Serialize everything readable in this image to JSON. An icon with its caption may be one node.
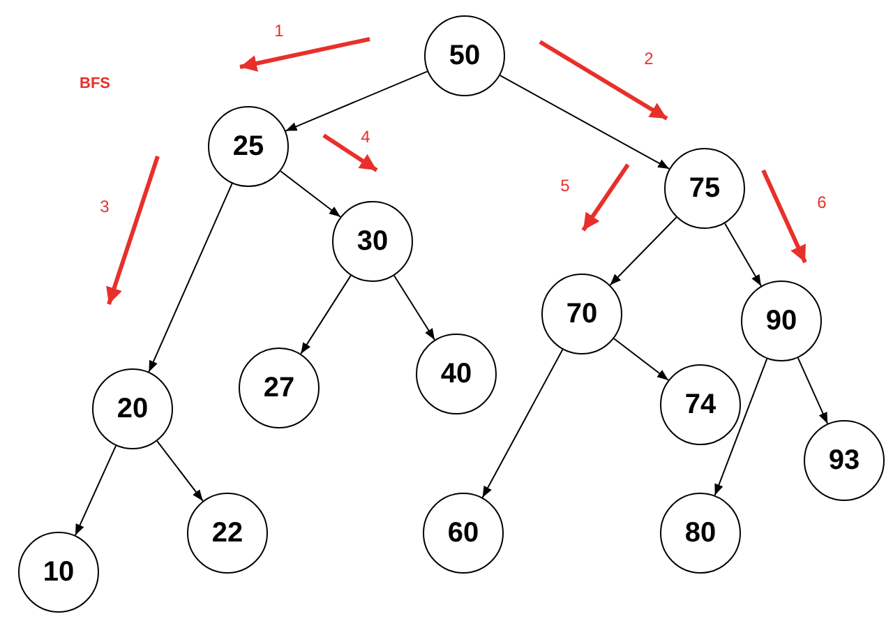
{
  "diagram": {
    "nodes": [
      {
        "text": [
          "50"
        ]
      },
      {
        "text": [
          "25"
        ]
      },
      {
        "text": [
          "75"
        ]
      },
      {
        "text": [
          "30"
        ]
      },
      {
        "text": [
          "20"
        ]
      },
      {
        "text": [
          "27"
        ]
      },
      {
        "text": [
          "40"
        ]
      },
      {
        "text": [
          "70"
        ]
      },
      {
        "text": [
          "74"
        ]
      },
      {
        "text": [
          "90"
        ]
      },
      {
        "text": [
          "93"
        ]
      },
      {
        "text": [
          "10"
        ]
      },
      {
        "text": [
          "22"
        ]
      },
      {
        "text": [
          "60"
        ]
      },
      {
        "text": [
          "80"
        ]
      }
    ],
    "edges": [
      {
        "from": 0,
        "to": 1,
        "arrow": "to"
      },
      {
        "from": 0,
        "to": 2,
        "arrow": "to"
      },
      {
        "from": 1,
        "to": 4,
        "arrow": "to"
      },
      {
        "from": 1,
        "to": 3,
        "arrow": "to"
      },
      {
        "from": 3,
        "to": 5,
        "arrow": "to"
      },
      {
        "from": 3,
        "to": 6,
        "arrow": "to"
      },
      {
        "from": 2,
        "to": 7,
        "arrow": "to"
      },
      {
        "from": 2,
        "to": 9,
        "arrow": "to"
      },
      {
        "from": 7,
        "to": 13,
        "arrow": "to"
      },
      {
        "from": 7,
        "to": 8,
        "arrow": "to"
      },
      {
        "from": 9,
        "to": 14,
        "arrow": "to"
      },
      {
        "from": 9,
        "to": 10,
        "arrow": "to"
      },
      {
        "from": 4,
        "to": 11,
        "arrow": "to"
      },
      {
        "from": 4,
        "to": 12,
        "arrow": "to"
      }
    ],
    "labels": [
      "1",
      "BFS",
      "2",
      "4",
      "3",
      "5",
      "6"
    ]
  }
}
